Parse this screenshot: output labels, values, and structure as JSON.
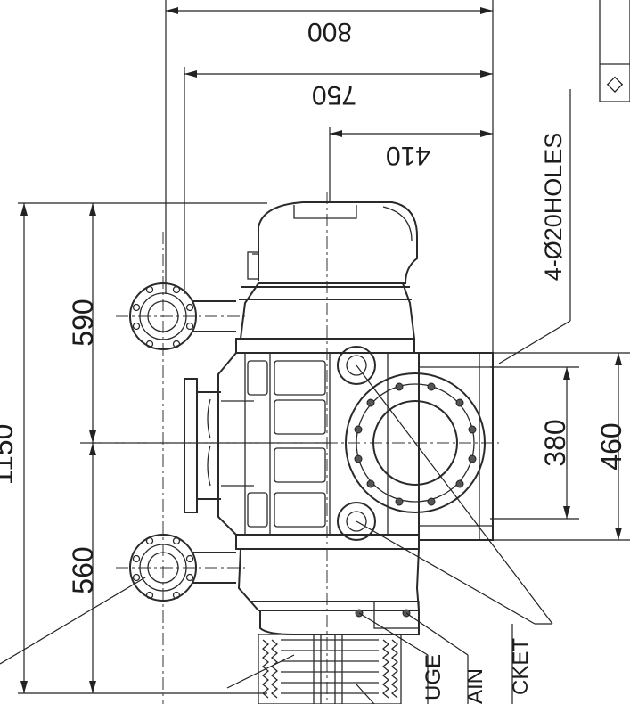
{
  "dimensions": {
    "top_800": "800",
    "top_750": "750",
    "top_410": "410",
    "left_1150": "1150",
    "left_590": "590",
    "left_560": "560",
    "right_380": "380",
    "right_460": "460"
  },
  "callouts": {
    "holes": "4-Ø20HOLES",
    "gauge": "UGE",
    "drain": "AIN",
    "bracket": "CKET"
  },
  "symbol": {
    "diamond": "◇"
  }
}
